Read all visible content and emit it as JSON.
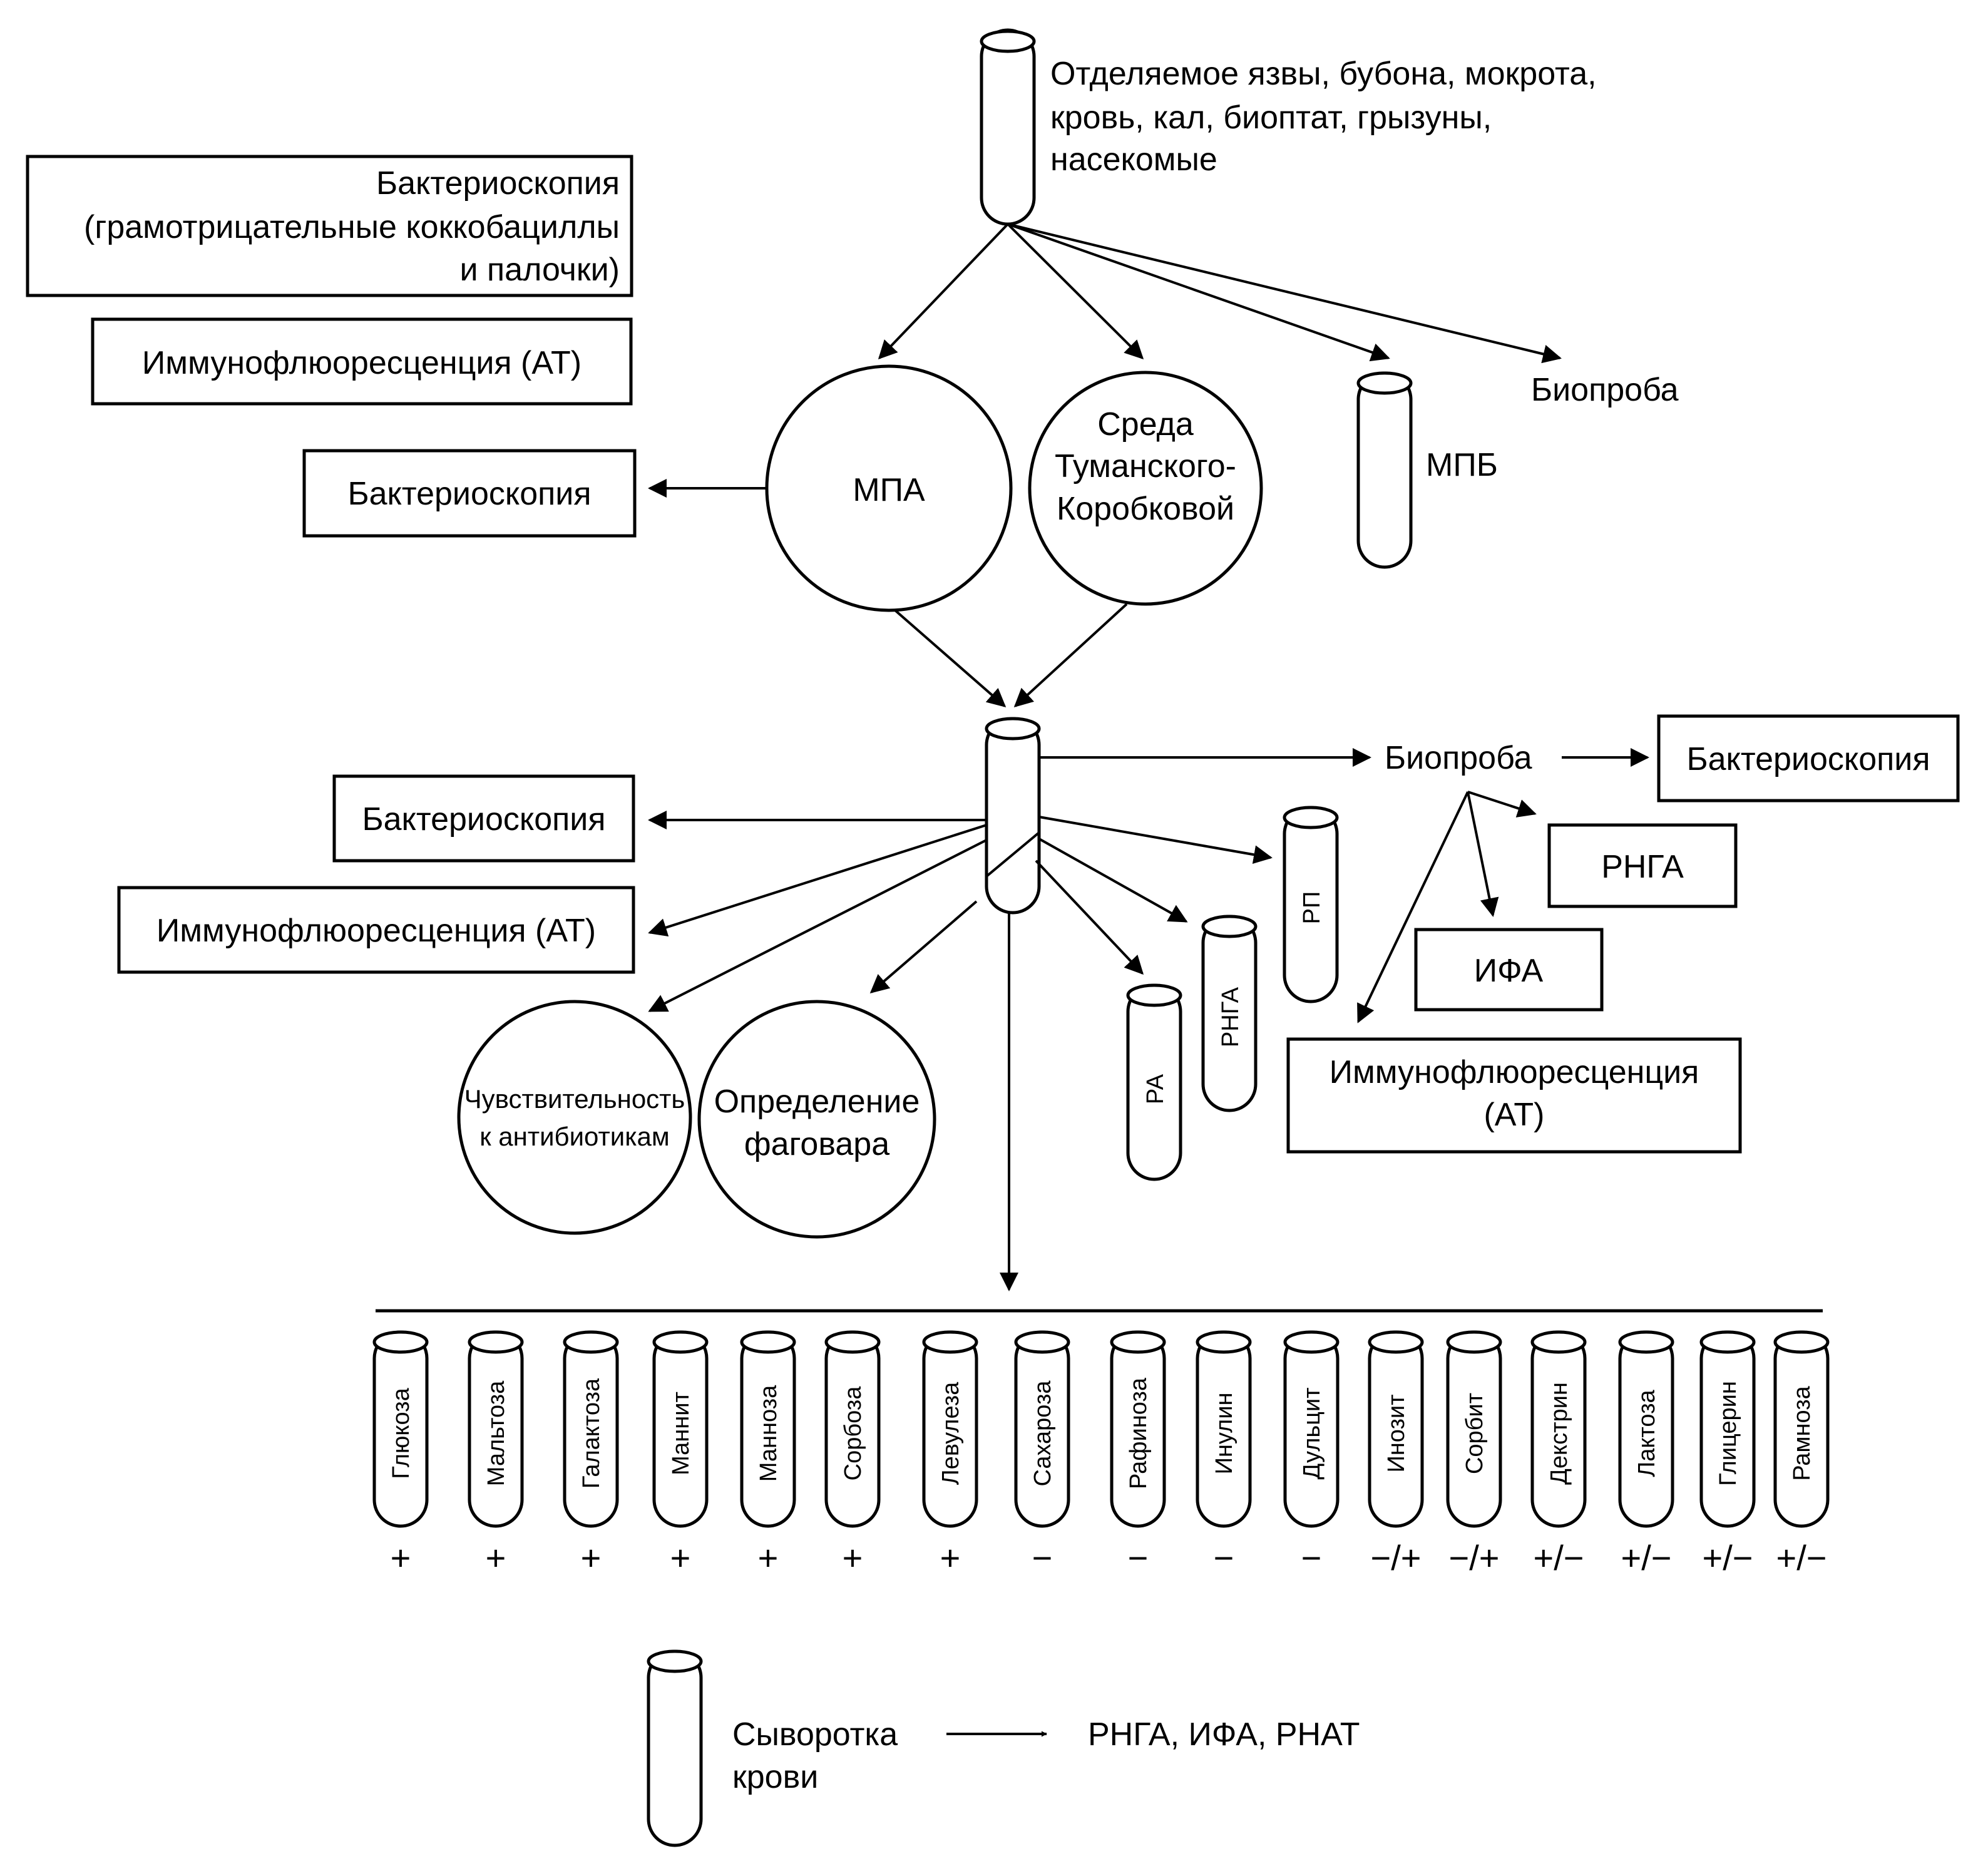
{
  "specimen": {
    "lines": [
      "Отделяемое язвы,  бубона,  мокрота,",
      "кровь,  кал,  биоптат,  грызуны,",
      "насекомые"
    ]
  },
  "direct": {
    "bacterioscopy": [
      "Бактериоскопия",
      "(грамотрицательные коккобациллы",
      "и палочки)"
    ],
    "if_at": "Иммунофлюоресценция (АТ)"
  },
  "media": {
    "mpa": "МПА",
    "tumansky": [
      "Среда",
      "Туманского-",
      "Коробковой"
    ],
    "mpb": "МПБ",
    "bioassay": "Биопроба"
  },
  "mpa_bact": "Бактериоскопия",
  "pure": {
    "bacterioscopy": "Бактериоскопия",
    "if_at": "Иммунофлюоресценция (АТ)",
    "sensitivity": [
      "Чувствительность",
      "к антибиотикам"
    ],
    "phagovar": [
      "Определение",
      "фаговара"
    ],
    "ra": "РА",
    "rnga": "РНГА",
    "rp": "РП"
  },
  "bioassay2": {
    "label": "Биопроба",
    "bacterioscopy": "Бактериоскопия",
    "rnga": "РНГА",
    "ifa": "ИФА",
    "if_at": [
      "Иммунофлюоресценция",
      "(АТ)"
    ]
  },
  "sugars": [
    {
      "name": "Глюкоза",
      "sign": "+"
    },
    {
      "name": "Мальтоза",
      "sign": "+"
    },
    {
      "name": "Галактоза",
      "sign": "+"
    },
    {
      "name": "Маннит",
      "sign": "+"
    },
    {
      "name": "Манноза",
      "sign": "+"
    },
    {
      "name": "Сорбоза",
      "sign": "+"
    },
    {
      "name": "Левулеза",
      "sign": "+"
    },
    {
      "name": "Сахароза",
      "sign": "−"
    },
    {
      "name": "Рафиноза",
      "sign": "−"
    },
    {
      "name": "Инулин",
      "sign": "−"
    },
    {
      "name": "Дульцит",
      "sign": "−"
    },
    {
      "name": "Инозит",
      "sign": "−/+"
    },
    {
      "name": "Сорбит",
      "sign": "−/+"
    },
    {
      "name": "Декстрин",
      "sign": "+/−"
    },
    {
      "name": "Лактоза",
      "sign": "+/−"
    },
    {
      "name": "Глицерин",
      "sign": "+/−"
    },
    {
      "name": "Рамноза",
      "sign": "+/−"
    }
  ],
  "serum": {
    "lines": [
      "Сыворотка",
      "крови"
    ],
    "tests": "РНГА,  ИФА,  РНАТ"
  }
}
